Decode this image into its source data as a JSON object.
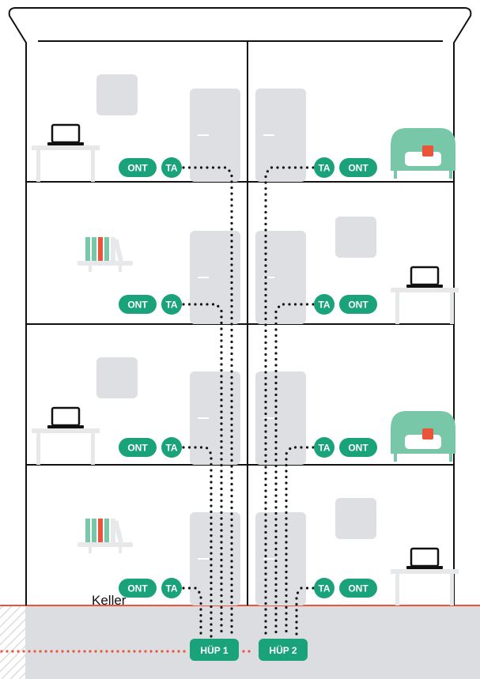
{
  "labels": {
    "ont": "ONT",
    "ta": "TA",
    "keller": "Keller",
    "huep1": "HÜP 1",
    "huep2": "HÜP 2"
  },
  "colors": {
    "green": "#1aa37a",
    "line": "#111111",
    "fiber": "#e8553a",
    "grey": "#dedfe2",
    "basement": "#dcdde0",
    "furniture": "#e7e8ea",
    "chair": "#79c7a9",
    "book_green": "#79c7a9",
    "book_red": "#e8553a"
  },
  "floors": [
    {
      "left": "desk",
      "right": "chair"
    },
    {
      "left": "shelf",
      "right": "desk"
    },
    {
      "left": "desk",
      "right": "chair"
    },
    {
      "left": "shelf",
      "right": "desk"
    }
  ]
}
